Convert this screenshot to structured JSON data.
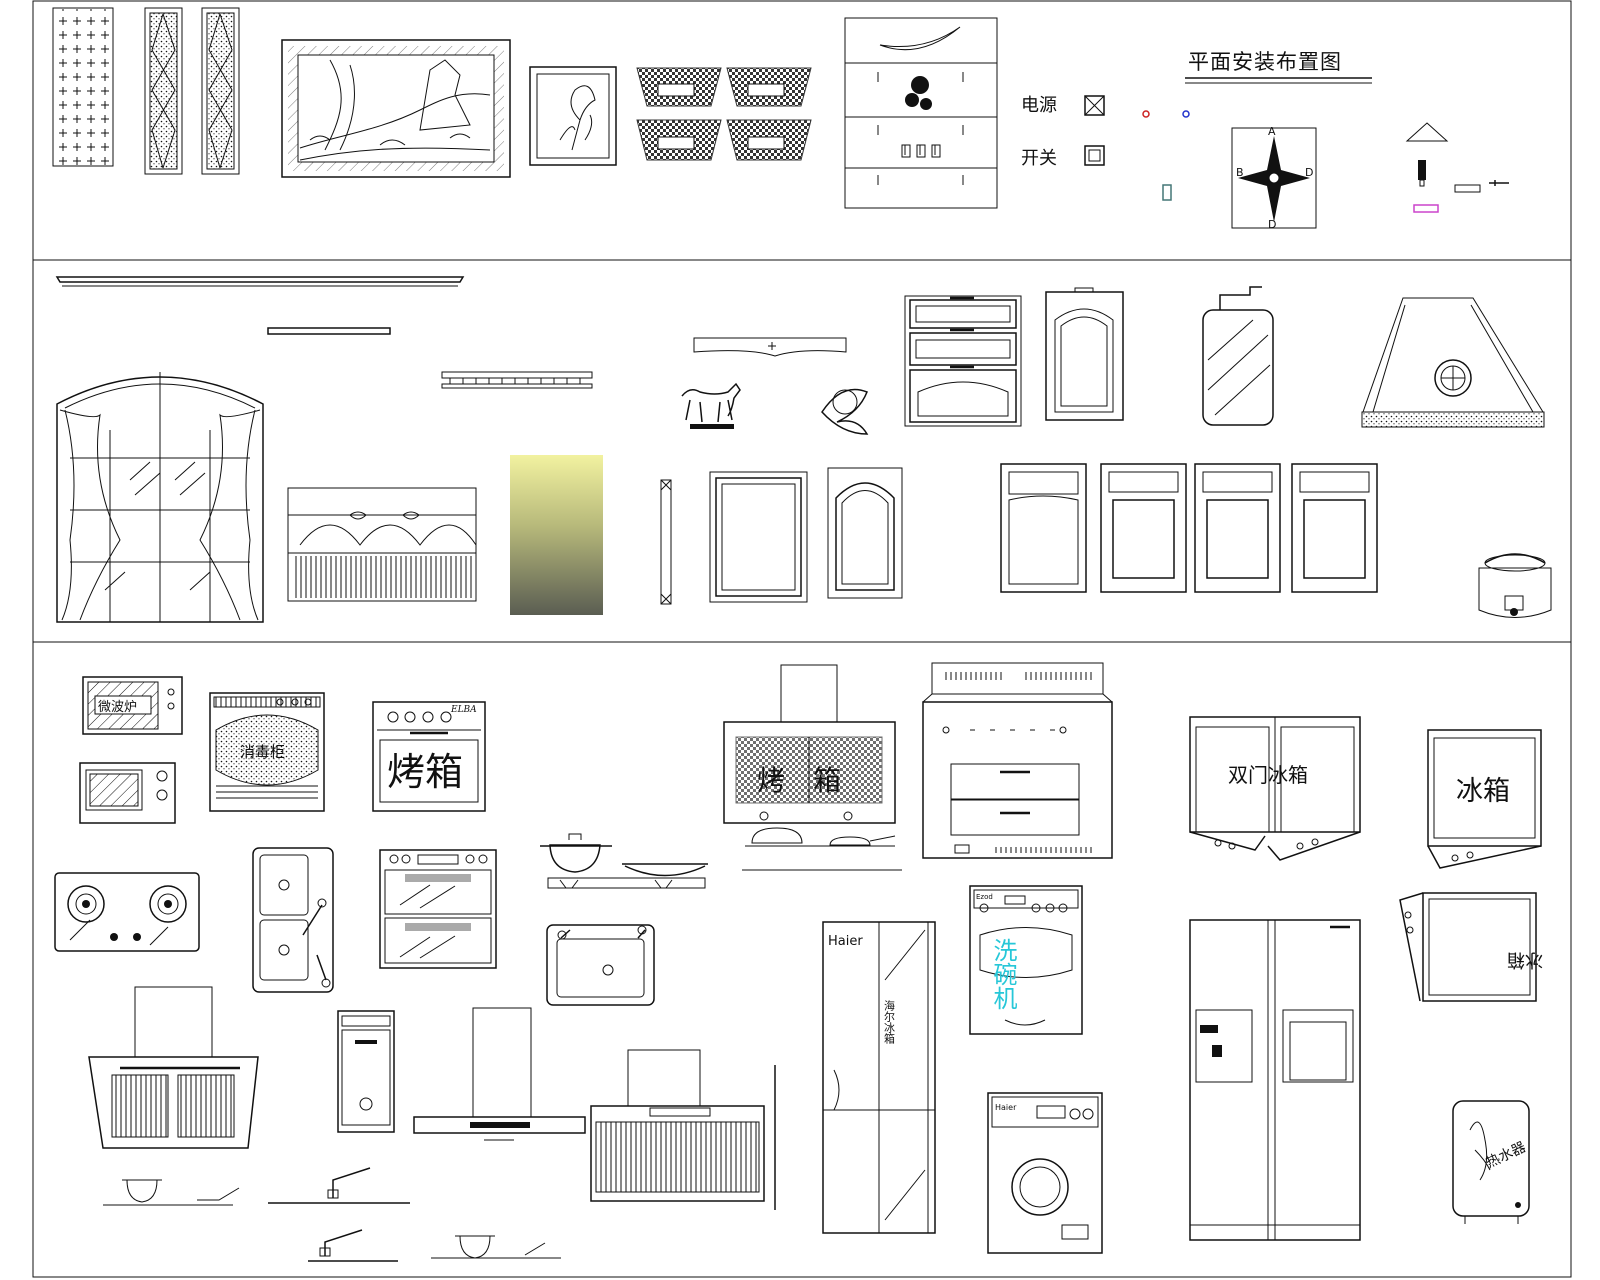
{
  "title": "平面安装布置图",
  "legend": {
    "power_label": "电源",
    "switch_label": "开关"
  },
  "compass": {
    "north": "A",
    "east": "D",
    "south": "D",
    "west": "B"
  },
  "appliances": {
    "microwave": "微波炉",
    "oven_big": "烤箱",
    "oven_brand": "ELBA",
    "disinfect": "消毒柜",
    "double_fridge": "双门冰箱",
    "fridge": "冰箱",
    "fridge_mirrored": "冰箱",
    "dishwasher": "洗碗机",
    "water_heater": "热水器",
    "haier": "Haier",
    "haier_small": "Haier",
    "fridge_tall_text": "海尔冰箱"
  },
  "colors": {
    "line": "#111111",
    "cyan_text": "#26c7d8",
    "red_dot": "#cc2222",
    "blue_dot": "#2233cc",
    "magenta": "#cc44cc",
    "teal_mark": "#447777"
  }
}
